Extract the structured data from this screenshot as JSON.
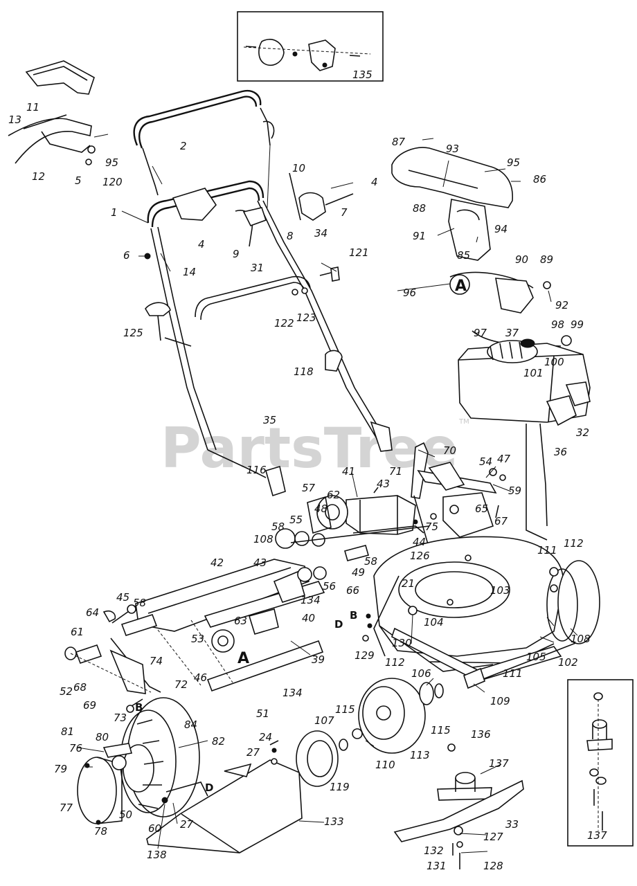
{
  "watermark": "PartsTree",
  "watermark_tm": "TM",
  "section_marks": {
    "a1": "A",
    "a2": "A",
    "b1": "B",
    "b2": "B",
    "d1": "D",
    "d2": "D"
  },
  "callouts": {
    "c135": "135",
    "c11": "11",
    "c13": "13",
    "c12": "12",
    "c95a": "95",
    "c5": "5",
    "c120": "120",
    "c2": "2",
    "c1": "1",
    "c6": "6",
    "c14": "14",
    "c4a": "4",
    "c9": "9",
    "c31": "31",
    "c10": "10",
    "c8": "8",
    "c34": "34",
    "c7": "7",
    "c4b": "4",
    "c121": "121",
    "c122": "122",
    "c123": "123",
    "c125": "125",
    "c118": "118",
    "c35": "35",
    "c116": "116",
    "c87": "87",
    "c93": "93",
    "c95b": "95",
    "c86": "86",
    "c88": "88",
    "c94": "94",
    "c91": "91",
    "c85": "85",
    "c90": "90",
    "c89": "89",
    "c96": "96",
    "c92": "92",
    "c97": "97",
    "c37": "37",
    "c98": "98",
    "c99": "99",
    "c100": "100",
    "c101": "101",
    "c32": "32",
    "c36": "36",
    "c70": "70",
    "c71": "71",
    "c54": "54",
    "c47": "47",
    "c59": "59",
    "c41": "41",
    "c43a": "43",
    "c57": "57",
    "c62": "62",
    "c48": "48",
    "c65": "65",
    "c55": "55",
    "c58a": "58",
    "c108a": "108",
    "c75": "75",
    "c67": "67",
    "c44": "44",
    "c58b": "58",
    "c49": "49",
    "c43b": "43",
    "c42": "42",
    "c134a": "134",
    "c56": "56",
    "c126": "126",
    "c111a": "111",
    "c112a": "112",
    "c21": "21",
    "c103": "103",
    "c66": "66",
    "c108b": "108",
    "c45": "45",
    "c58c": "58",
    "c40": "40",
    "c63": "63",
    "c53": "53",
    "c64": "64",
    "c61": "61",
    "c104": "104",
    "c130": "130",
    "c105": "105",
    "c102": "102",
    "c129": "129",
    "c112b": "112",
    "c111b": "111",
    "c39": "39",
    "c74": "74",
    "c72": "72",
    "c46": "46",
    "c134b": "134",
    "c68": "68",
    "c52": "52",
    "c106": "106",
    "c109": "109",
    "c69": "69",
    "c73": "73",
    "c51": "51",
    "c115a": "115",
    "c107": "107",
    "c115b": "115",
    "c136": "136",
    "c84": "84",
    "c81": "81",
    "c80": "80",
    "c82": "82",
    "c24": "24",
    "c76": "76",
    "c27a": "27",
    "c110": "110",
    "c113": "113",
    "c137a": "137",
    "c79": "79",
    "c119": "119",
    "c77": "77",
    "c50": "50",
    "c60": "60",
    "c27b": "27",
    "c78": "78",
    "c133": "133",
    "c33": "33",
    "c137b": "137",
    "c138": "138",
    "c132": "132",
    "c127": "127",
    "c131": "131",
    "c128": "128"
  }
}
